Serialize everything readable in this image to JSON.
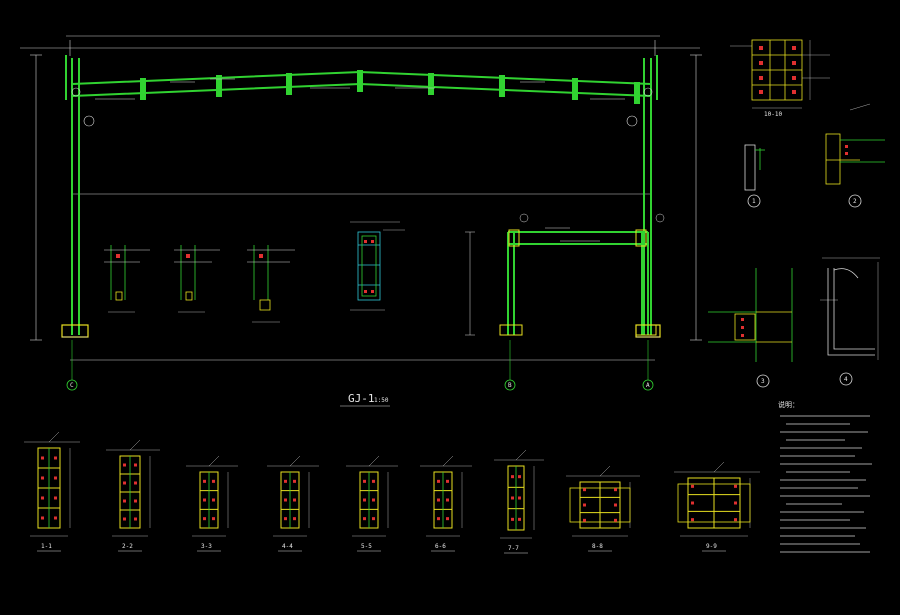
{
  "drawing": {
    "title": "GJ-1",
    "scale": "1:50",
    "grid_labels": [
      "C",
      "B",
      "A"
    ],
    "detail_bubbles": [
      "1",
      "2",
      "3",
      "4"
    ],
    "section_labels": [
      "1-1",
      "2-2",
      "3-3",
      "4-4",
      "5-5",
      "6-6",
      "7-7",
      "8-8",
      "9-9",
      "10-10"
    ],
    "notes_title": "说明：",
    "notes_count": 12
  },
  "colors": {
    "frame": "#31d331",
    "dim": "#d8d8d8",
    "plate": "#e8e020",
    "bolt": "#e03030",
    "cyan": "#30c8d8",
    "magenta": "#d040d0",
    "text": "#e8e8e8"
  }
}
